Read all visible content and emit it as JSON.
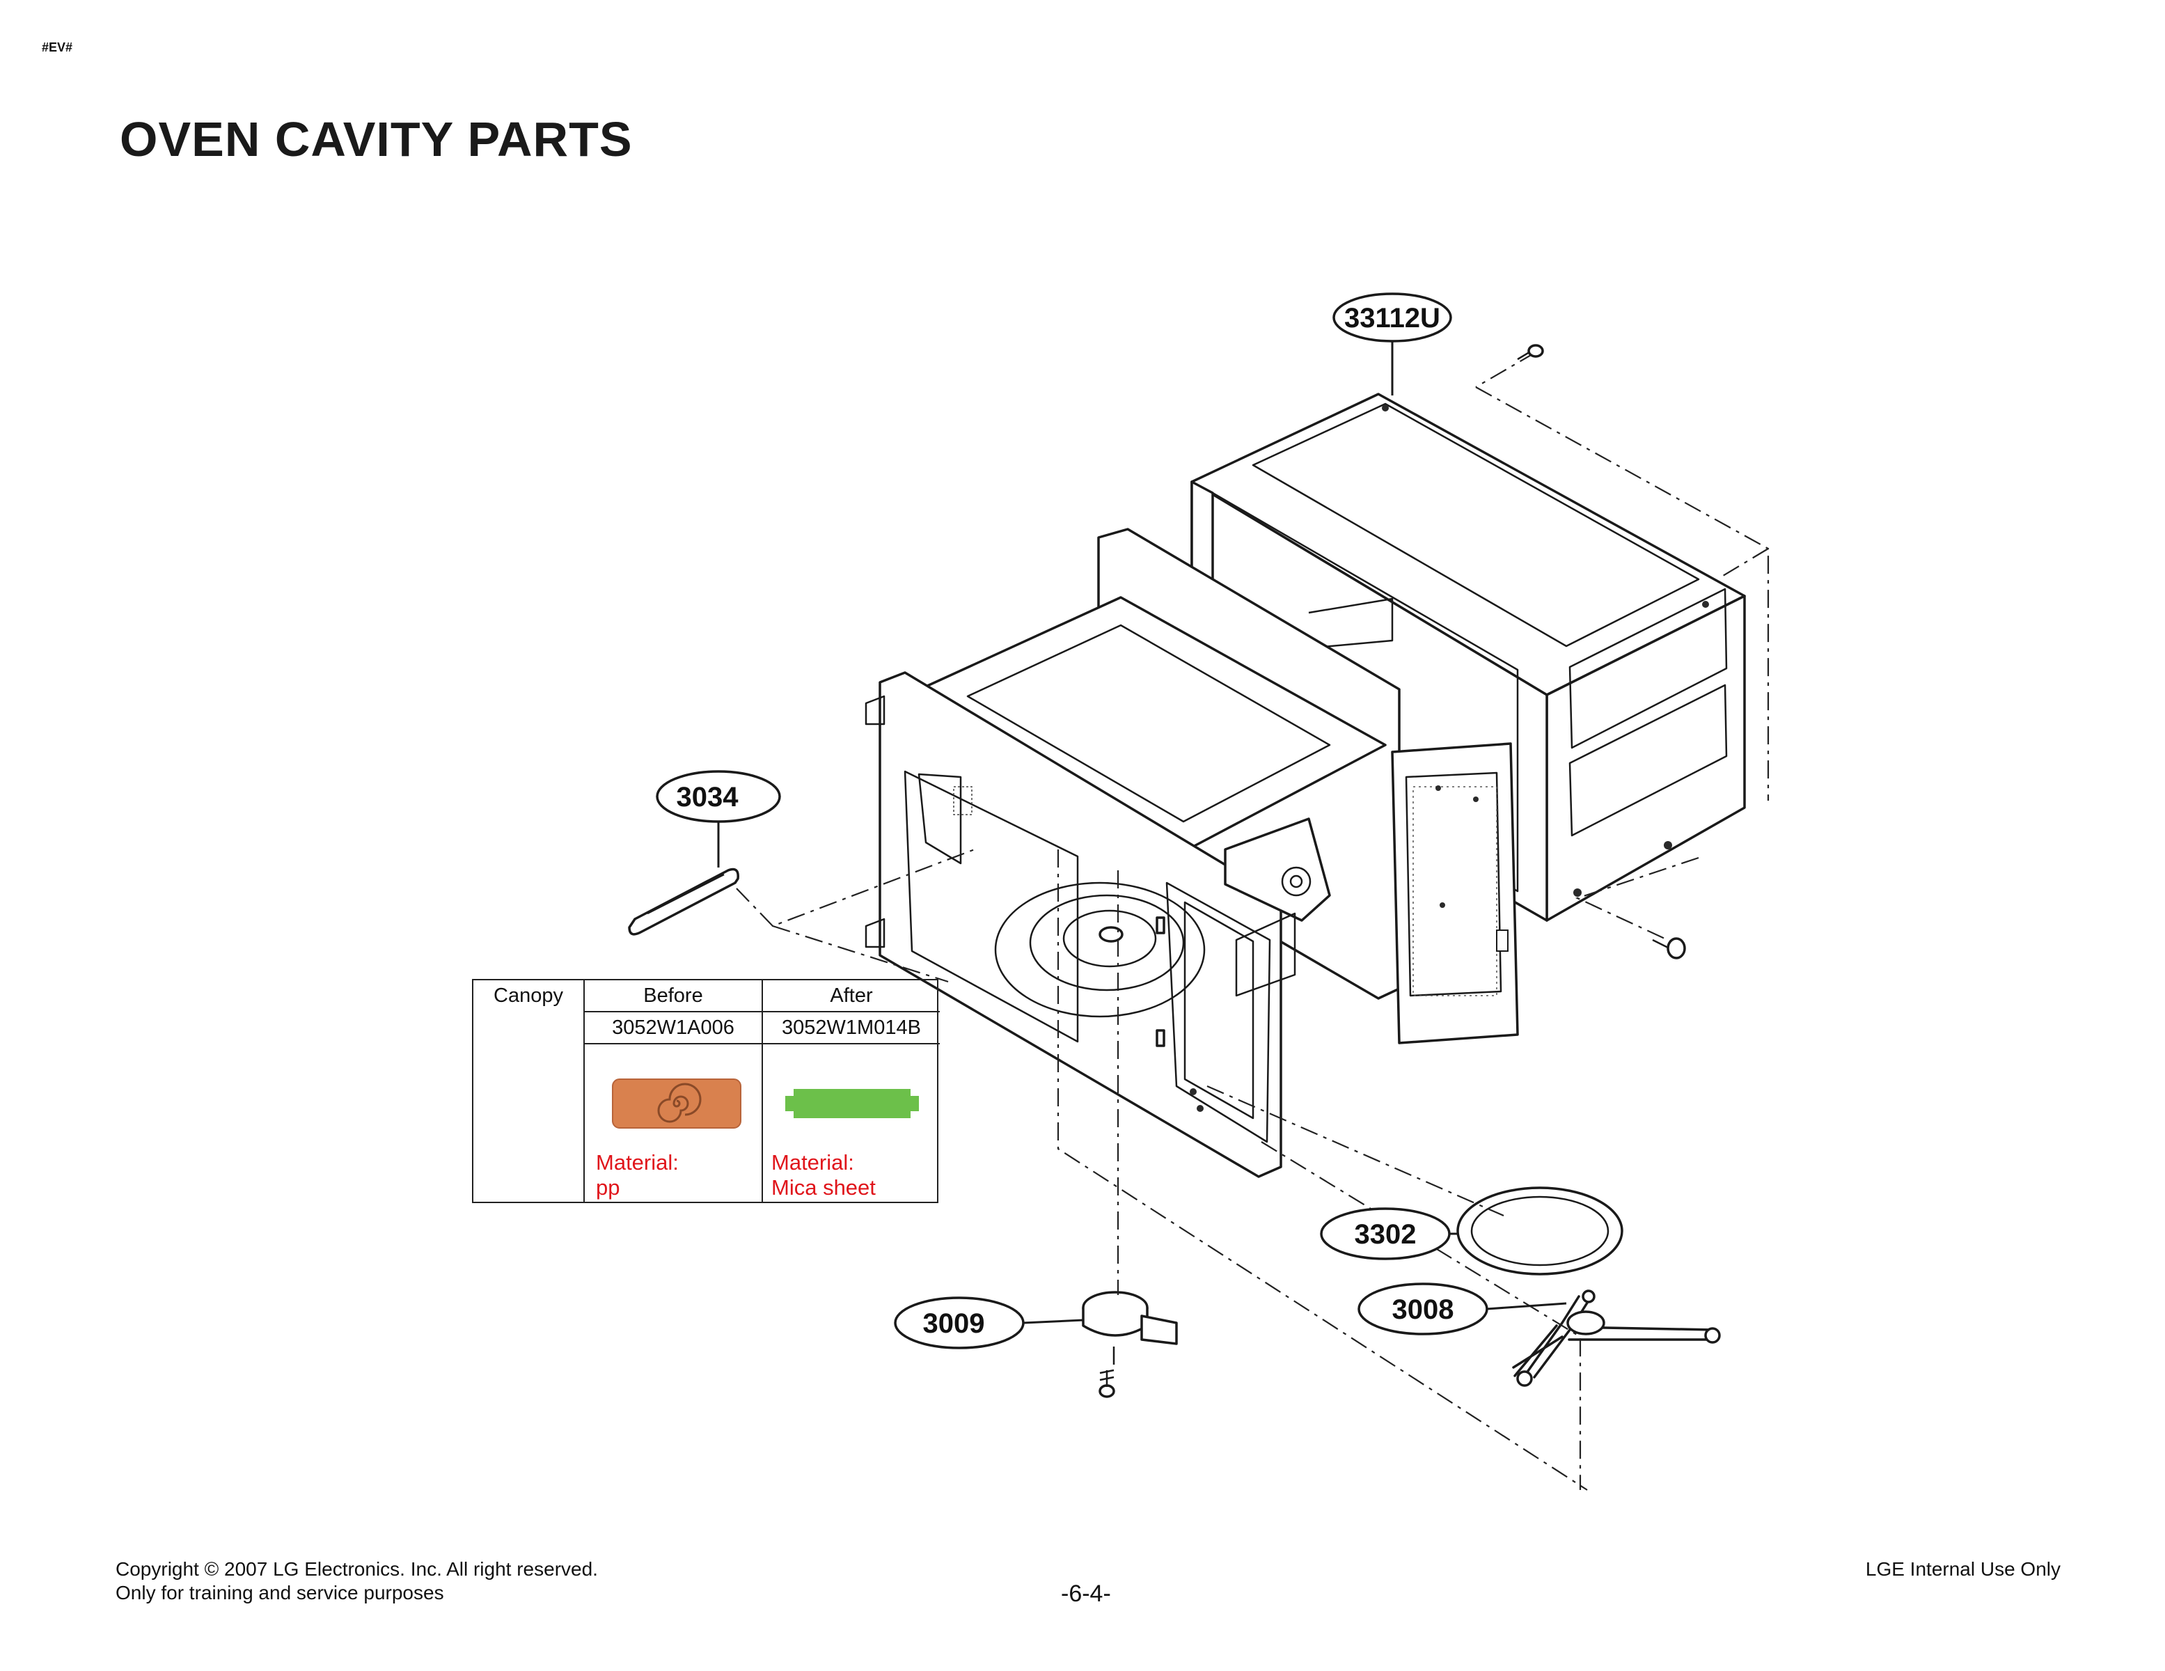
{
  "header": {
    "tag": "#EV#",
    "title": "OVEN CAVITY PARTS"
  },
  "callouts": {
    "c33112u": "33112U",
    "c3034": "3034",
    "c3302": "3302",
    "c3008": "3008",
    "c3009": "3009"
  },
  "canopy_table": {
    "row_label": "Canopy",
    "before_header": "Before",
    "after_header": "After",
    "before_part": "3052W1A006",
    "after_part": "3052W1M014B",
    "before_material_label": "Material:",
    "before_material": "pp",
    "after_material_label": "Material:",
    "after_material": "Mica sheet",
    "before_color": "#d9814e",
    "after_color": "#6cc04a"
  },
  "footer": {
    "copyright": "Copyright © 2007 LG Electronics. Inc. All right reserved.",
    "training": "Only for training and service purposes",
    "page_number": "-6-4-",
    "internal": "LGE Internal Use Only"
  }
}
